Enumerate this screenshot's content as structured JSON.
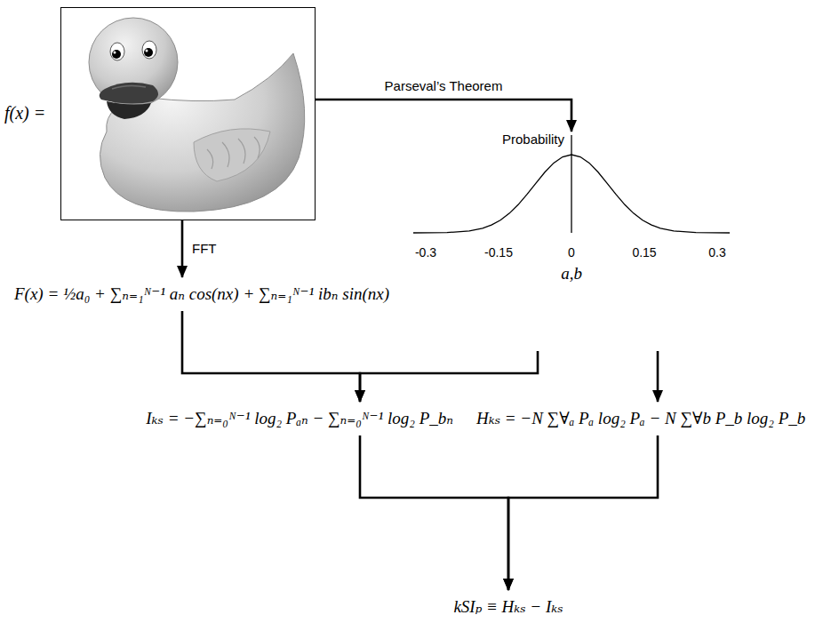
{
  "diagram": {
    "nodes": [
      {
        "text": [
          "f(x) ="
        ]
      },
      {
        "text": [
          "Probability"
        ]
      },
      {
        "text": [
          "F(x) = ½a₀ + ∑ₙ₌₁ᴺ⁻¹ aₙ cos(nx) + ∑ₙ₌₁ᴺ⁻¹ ibₙ sin(nx)"
        ]
      },
      {
        "text": [
          "Iₖₛ = −∑ₙ₌₀ᴺ⁻¹ log₂ Pₐₙ − ∑ₙ₌₀ᴺ⁻¹ log₂ P_bₙ"
        ]
      },
      {
        "text": [
          "Hₖₛ = −N ∑∀ₐ Pₐ log₂ Pₐ − N ∑∀b P_b log₂ P_b"
        ]
      },
      {
        "text": [
          "kSIₚ ≡ Hₖₛ − Iₖₛ"
        ]
      }
    ],
    "edges": [
      {
        "from": 0,
        "to": 2,
        "arrow": "to",
        "label": "FFT"
      },
      {
        "from": 0,
        "to": 1,
        "arrow": "to",
        "label": "Parseval’s Theorem"
      },
      {
        "from": 2,
        "to": 3,
        "arrow": "to"
      },
      {
        "from": 1,
        "to": 3,
        "arrow": "to"
      },
      {
        "from": 1,
        "to": 4,
        "arrow": "to"
      },
      {
        "from": 3,
        "to": 5,
        "arrow": "to"
      },
      {
        "from": 4,
        "to": 5,
        "arrow": "to"
      }
    ],
    "labels": [
      "-0.3",
      "-0.15",
      "0",
      "0.15",
      "0.3",
      "a,b"
    ]
  }
}
